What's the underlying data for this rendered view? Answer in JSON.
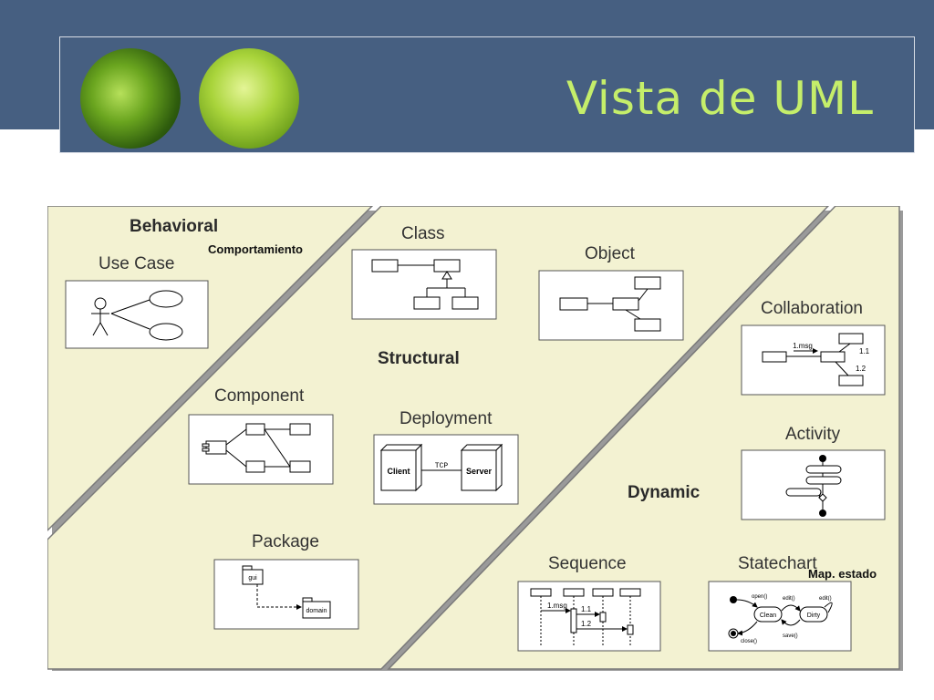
{
  "slide": {
    "title": "Vista de UML",
    "colors": {
      "band": "#465f81",
      "title": "#c5ee6a",
      "panel": "#f3f2d2"
    },
    "logo_icons": [
      "green-leaf-icon",
      "green-puzzle-leaf-icon"
    ]
  },
  "diagram": {
    "regions": {
      "behavioral": "Behavioral",
      "behavioral_note": "Comportamiento",
      "structural": "Structural",
      "dynamic": "Dynamic"
    },
    "views": {
      "use_case": "Use Case",
      "class": "Class",
      "object": "Object",
      "component": "Component",
      "deployment": "Deployment",
      "package": "Package",
      "collaboration": "Collaboration",
      "activity": "Activity",
      "sequence": "Sequence",
      "statechart": "Statechart",
      "statechart_note": "Map. estado"
    },
    "mini_labels": {
      "client": "Client",
      "server": "Server",
      "tcp": "TCP",
      "gui": "gui",
      "domain": "domain",
      "msg": "1.msg",
      "n11": "1.1",
      "n12": "1.2",
      "open": "open()",
      "edit": "edit()",
      "close": "close()",
      "save": "save()",
      "clean": "Clean",
      "dirty": "Dirty"
    }
  }
}
